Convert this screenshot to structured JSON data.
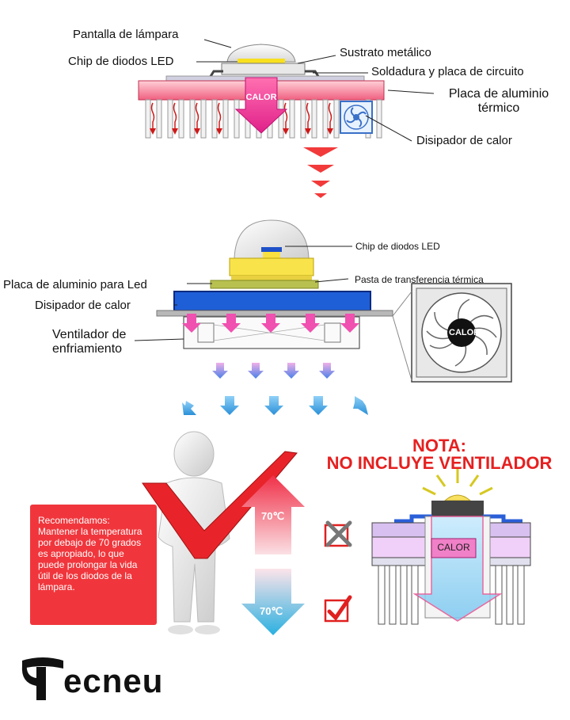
{
  "top_section": {
    "labels": {
      "lamp_shade": "Pantalla de lámpara",
      "led_chip": "Chip de diodos LED",
      "metal_substrate": "Sustrato metálico",
      "solder_circuit": "Soldadura y placa de circuito",
      "aluminum_plate_line1": "Placa de aluminio",
      "aluminum_plate_line2": "térmico",
      "heatsink": "Disipador de calor"
    },
    "heat_label": "CALOR"
  },
  "middle_section": {
    "labels": {
      "led_chip": "Chip de diodos LED",
      "thermal_paste": "Pasta de transferencia térmica",
      "aluminum_plate": "Placa de aluminio para Led",
      "heatsink": "Disipador de calor",
      "fan_line1": "Ventilador de",
      "fan_line2": "enfriamiento"
    }
  },
  "bottom_section": {
    "recommendation": "Recomendamos: Mantener la temperatura por debajo de 70 grados es apropiado, lo que puede prolongar la vida útil de los diodos de la lámpara.",
    "temp_high": "70℃",
    "temp_low": "70℃",
    "note_line1": "NOTA:",
    "note_line2": "NO INCLUYE VENTILADOR",
    "heat_label": "CALOR"
  },
  "brand": {
    "name": "Tecneu"
  },
  "colors": {
    "red_accent": "#f0363c",
    "note_red": "#e62020",
    "heat_pink": "#f04ca8",
    "cool_blue": "#1e5fd8",
    "sky_blue": "#3aa3e0"
  }
}
